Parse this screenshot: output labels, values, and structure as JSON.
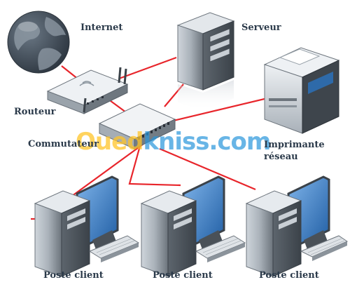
{
  "labels": {
    "internet": "Internet",
    "serveur": "Serveur",
    "routeur": "Routeur",
    "commutateur": "Commutateur",
    "imprimante_line1": "Imprimante",
    "imprimante_line2": "réseau",
    "poste_client_1": "Poste client",
    "poste_client_2": "Poste client",
    "poste_client_3": "Poste client"
  },
  "watermark": {
    "part1": "Oued",
    "part2": "kniss",
    "part3": ".com"
  },
  "colors": {
    "cable": "#e8252b",
    "label_text": "#2b3a4a",
    "device_light": "#d9dde2",
    "device_mid": "#9ea6ae",
    "device_dark": "#3c434b",
    "screen": "#2f6fb8",
    "globe_ocean": "#3a4654",
    "globe_land": "#8b96a1"
  },
  "icons": [
    "globe-icon",
    "router-icon",
    "switch-icon",
    "server-icon",
    "printer-icon",
    "desktop-computer-icon"
  ]
}
